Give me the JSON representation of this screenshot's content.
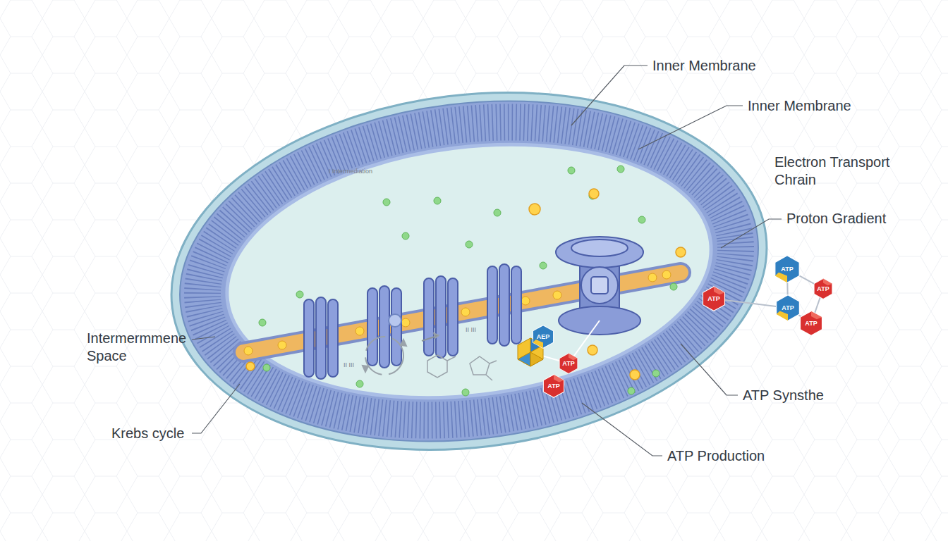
{
  "diagram": {
    "nodes": [
      {
        "text": [
          "AEP"
        ]
      },
      {
        "text": [
          "ATP"
        ]
      },
      {
        "text": [
          "ATP"
        ]
      },
      {
        "text": [
          "ATP"
        ]
      },
      {
        "text": [
          "ATP"
        ]
      },
      {
        "text": [
          "ATP"
        ]
      },
      {
        "text": [
          "ATP"
        ]
      },
      {
        "text": [
          "ATP"
        ]
      }
    ],
    "edges": [
      {
        "from": 3,
        "to": 6,
        "arrow": "none"
      },
      {
        "from": 4,
        "to": 5,
        "arrow": "none"
      },
      {
        "from": 4,
        "to": 6,
        "arrow": "none"
      },
      {
        "from": 5,
        "to": 7,
        "arrow": "none"
      },
      {
        "from": 6,
        "to": 7,
        "arrow": "none"
      }
    ],
    "labels": [
      "Inner Membrane",
      "Inner Membrane",
      "Electron Transport Chrain",
      "Proton Gradient",
      "Intermermmene Space",
      "Krebs cycle",
      "ATP Synsthe",
      "ATP Production",
      "I Intermediation",
      "II III",
      "II III"
    ]
  }
}
